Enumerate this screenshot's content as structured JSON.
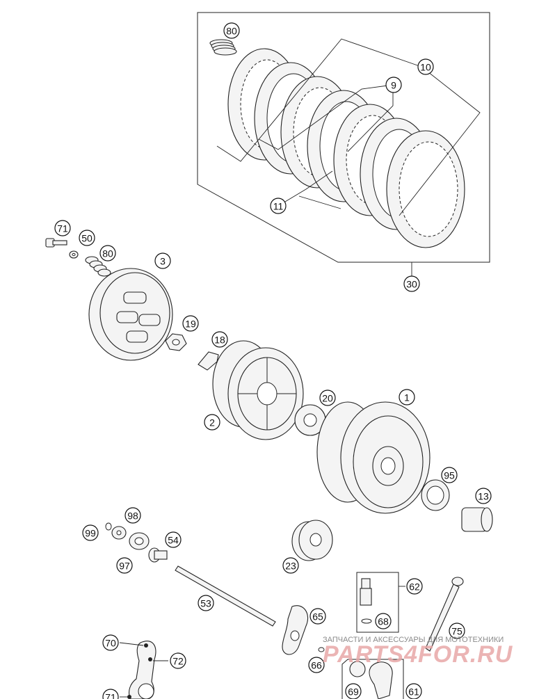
{
  "diagram": {
    "callouts": [
      "80",
      "10",
      "9",
      "11",
      "30",
      "71",
      "50",
      "80",
      "3",
      "19",
      "18",
      "2",
      "20",
      "1",
      "95",
      "13",
      "99",
      "98",
      "54",
      "97",
      "23",
      "53",
      "62",
      "68",
      "65",
      "75",
      "70",
      "72",
      "66",
      "69",
      "61",
      "71"
    ]
  },
  "watermark": {
    "tagline": "ЗАПЧАСТИ И АКСЕССУАРЫ ДЛЯ МОТОТЕХНИКИ",
    "logo": "PARTS4FOR.RU"
  }
}
